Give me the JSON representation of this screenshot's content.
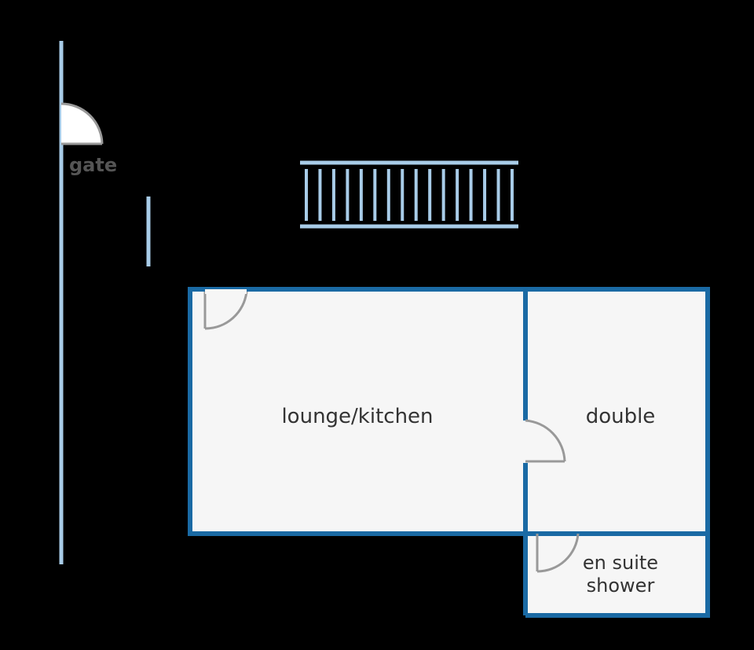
{
  "labels": {
    "gate": "gate",
    "lounge_kitchen": "lounge/kitchen",
    "double": "double",
    "ensuite_line1": "en suite",
    "ensuite_line2": "shower"
  },
  "colors": {
    "background": "#000000",
    "wall": "#1a6aa4",
    "fence": "#a8cce8",
    "floor": "#f6f6f6",
    "door": "#999999",
    "text": "#333333",
    "gate_text": "#555555"
  }
}
